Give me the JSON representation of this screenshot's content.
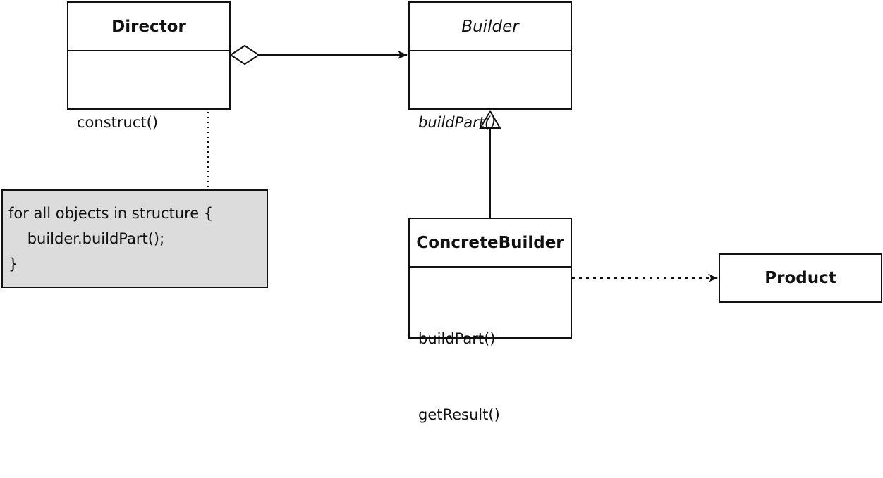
{
  "classes": {
    "director": {
      "name": "Director",
      "operations": [
        "construct()"
      ]
    },
    "builder": {
      "name": "Builder",
      "operations": [
        "buildPart()"
      ]
    },
    "concrete_builder": {
      "name": "ConcreteBuilder",
      "operations": [
        "buildPart()",
        "getResult()"
      ]
    },
    "product": {
      "name": "Product"
    }
  },
  "note": {
    "lines": [
      "for all objects in structure {",
      "    builder.buildPart();",
      "}"
    ]
  }
}
